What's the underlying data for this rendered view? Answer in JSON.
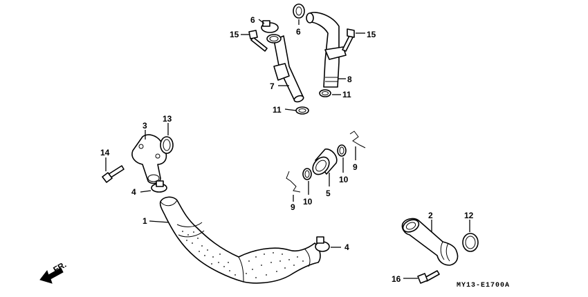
{
  "diagram": {
    "code": "MY13-E1700A",
    "direction_label": "FR.",
    "callouts": [
      {
        "id": "c1",
        "label": "1"
      },
      {
        "id": "c2",
        "label": "2"
      },
      {
        "id": "c3",
        "label": "3"
      },
      {
        "id": "c4a",
        "label": "4"
      },
      {
        "id": "c4b",
        "label": "4"
      },
      {
        "id": "c5",
        "label": "5"
      },
      {
        "id": "c6a",
        "label": "6"
      },
      {
        "id": "c6b",
        "label": "6"
      },
      {
        "id": "c7",
        "label": "7"
      },
      {
        "id": "c8",
        "label": "8"
      },
      {
        "id": "c9a",
        "label": "9"
      },
      {
        "id": "c9b",
        "label": "9"
      },
      {
        "id": "c10a",
        "label": "10"
      },
      {
        "id": "c10b",
        "label": "10"
      },
      {
        "id": "c11a",
        "label": "11"
      },
      {
        "id": "c11b",
        "label": "11"
      },
      {
        "id": "c12",
        "label": "12"
      },
      {
        "id": "c13",
        "label": "13"
      },
      {
        "id": "c14",
        "label": "14"
      },
      {
        "id": "c15a",
        "label": "15"
      },
      {
        "id": "c15b",
        "label": "15"
      },
      {
        "id": "c16",
        "label": "16"
      }
    ]
  }
}
